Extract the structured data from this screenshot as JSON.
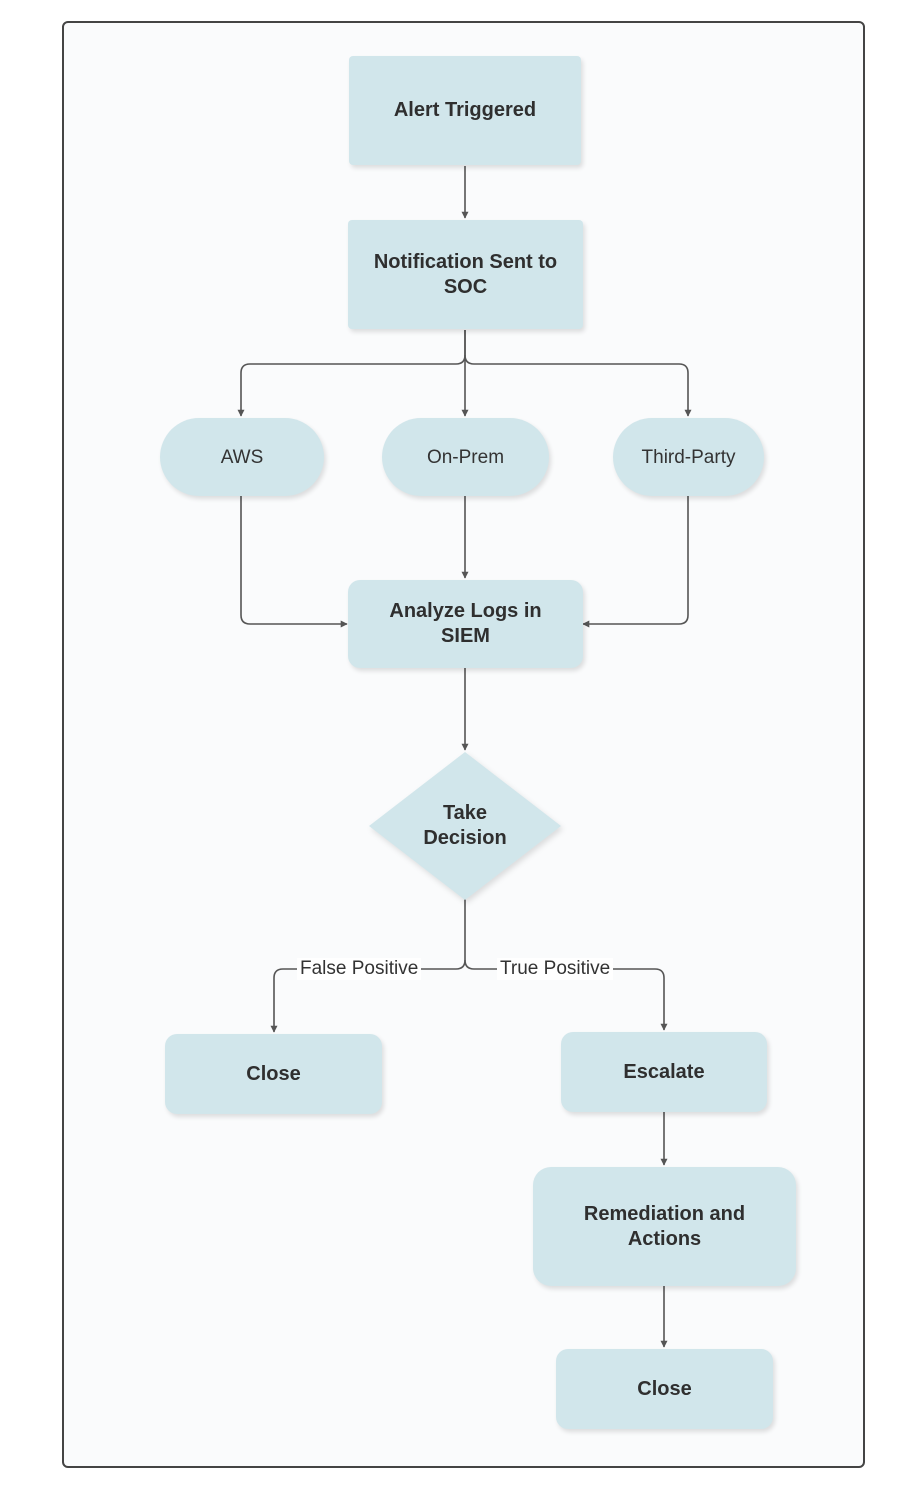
{
  "nodes": {
    "alert_triggered": "Alert Triggered",
    "notification_sent": "Notification Sent to SOC",
    "aws": "AWS",
    "on_prem": "On-Prem",
    "third_party": "Third-Party",
    "analyze_logs": "Analyze Logs in SIEM",
    "take_decision": "Take Decision",
    "close_false": "Close",
    "escalate": "Escalate",
    "remediation": "Remediation and Actions",
    "close_true": "Close"
  },
  "edges": {
    "false_positive": "False Positive",
    "true_positive": "True Positive"
  },
  "colors": {
    "node_fill": "#d1e6eb",
    "edge_stroke": "#555555",
    "frame_border": "#444444"
  }
}
